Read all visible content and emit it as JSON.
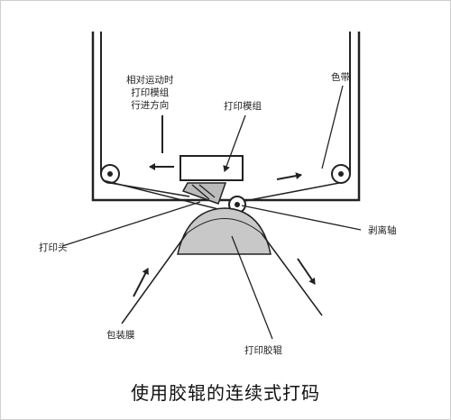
{
  "labels": {
    "relative_motion": [
      "相对运动时",
      "打印模组",
      "行进方向"
    ],
    "print_module": "打印模组",
    "ribbon": "色带",
    "print_head": "打印头",
    "peel_shaft": "剥离轴",
    "packaging_film": "包装膜",
    "print_roller": "打印胶辊"
  },
  "caption": "使用胶辊的连续式打码"
}
